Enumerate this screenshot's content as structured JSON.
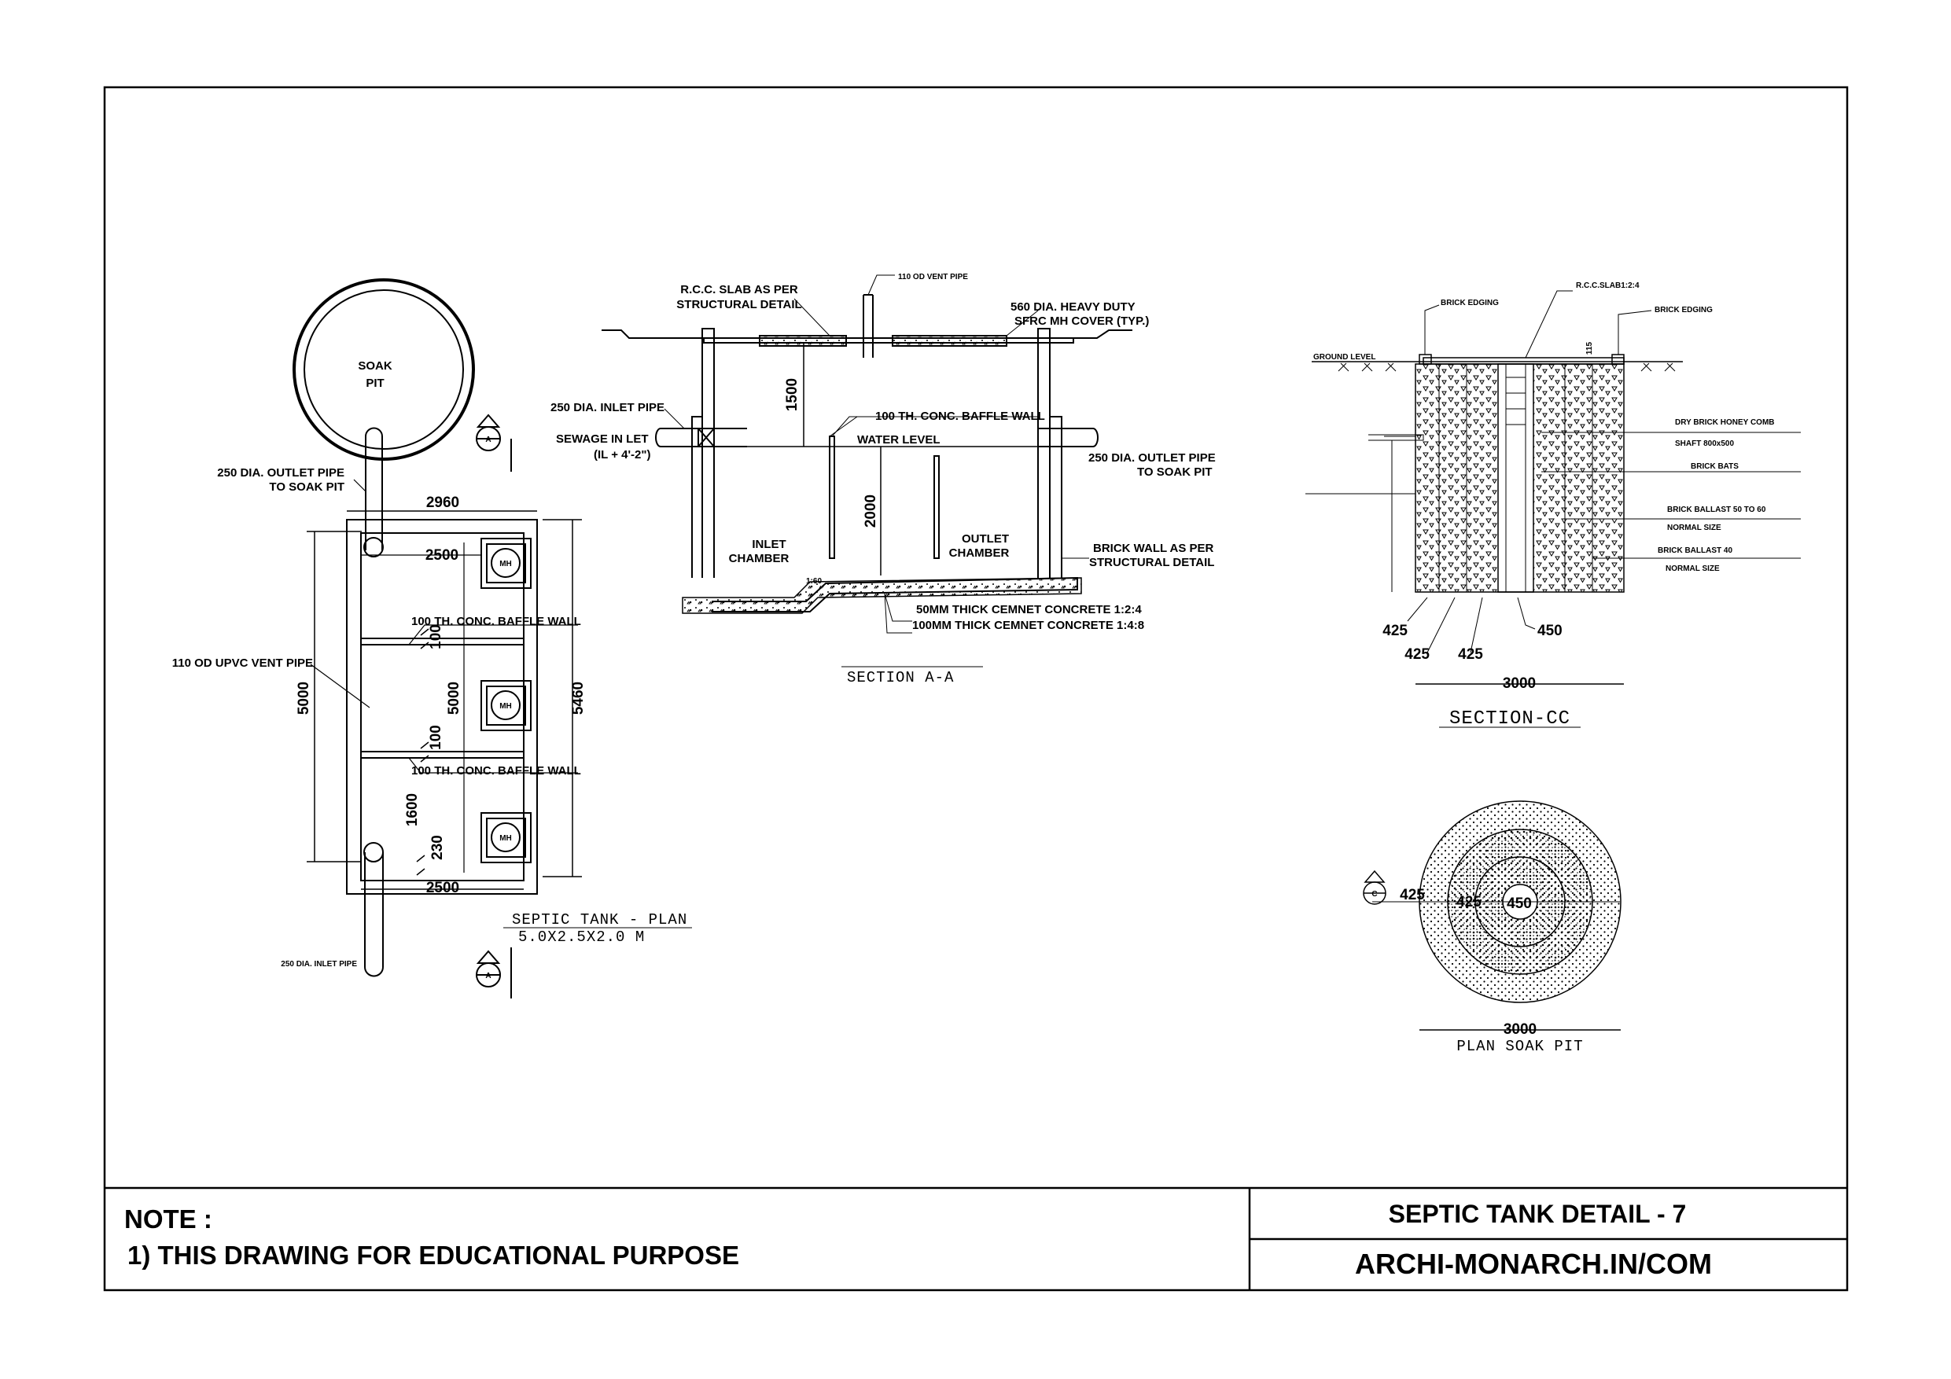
{
  "colors": {
    "ink": "#000000",
    "paper": "#ffffff"
  },
  "plan": {
    "soak_pit": [
      "SOAK",
      "PIT"
    ],
    "outlet_pipe": [
      "250 DIA. OUTLET PIPE",
      "TO SOAK PIT"
    ],
    "dim_2960": "2960",
    "dim_2500_top": "2500",
    "dim_2500_bottom": "2500",
    "mh": "MH",
    "baffle_1": "100 TH. CONC. BAFFLE WALL",
    "baffle_2": "100 TH. CONC. BAFFLE WALL",
    "vent_pipe": "110 OD UPVC VENT PIPE",
    "dim_5000_left": "5000",
    "dim_5000_inner": "5000",
    "dim_5460": "5460",
    "dim_100_a": "100",
    "dim_100_b": "100",
    "dim_1600": "1600",
    "dim_230": "230",
    "inlet_pipe": "250 DIA. INLET PIPE",
    "section_mark": "A",
    "title": "SEPTIC TANK - PLAN",
    "subtitle": "5.0X2.5X2.0 M"
  },
  "section_aa": {
    "vent_pipe": "110 OD VENT PIPE",
    "slab": [
      "R.C.C. SLAB AS PER",
      "STRUCTURAL DETAIL"
    ],
    "mh_cover": [
      "560 DIA. HEAVY DUTY",
      "SFRC MH COVER (TYP.)"
    ],
    "inlet_pipe": "250 DIA. INLET PIPE",
    "dim_1500": "1500",
    "baffle": "100 TH. CONC. BAFFLE WALL",
    "sewage_inlet": [
      "SEWAGE IN LET",
      "(IL + 4'-2\")"
    ],
    "water_level": "WATER LEVEL",
    "outlet_pipe": [
      "250 DIA. OUTLET PIPE",
      "TO SOAK PIT"
    ],
    "dim_2000": "2000",
    "inlet_chamber": [
      "INLET",
      "CHAMBER"
    ],
    "outlet_chamber": [
      "OUTLET",
      "CHAMBER"
    ],
    "brick_wall": [
      "BRICK WALL AS PER",
      "STRUCTURAL DETAIL"
    ],
    "slope": "1:60",
    "concrete_1": "50MM THICK CEMNET CONCRETE 1:2:4",
    "concrete_2": "100MM THICK CEMNET CONCRETE 1:4:8",
    "title": "SECTION A-A"
  },
  "section_cc": {
    "brick_edging_left": "BRICK EDGING",
    "rcc_slab": "R.C.C.SLAB1:2:4",
    "brick_edging_right": "BRICK EDGING",
    "ground_level": "GROUND LEVEL",
    "dry_brick": "DRY BRICK HONEY COMB",
    "shaft": "SHAFT 800x500",
    "brick_bats": "BRICK BATS",
    "ballast_1": "BRICK BALLAST 50 TO 60",
    "normal_1": "NORMAL SIZE",
    "ballast_2": "BRICK BALLAST 40",
    "normal_2": "NORMAL SIZE",
    "dim_115": "115",
    "dim_425_a": "425",
    "dim_425_b": "425",
    "dim_425_c": "425",
    "dim_450": "450",
    "dim_3000": "3000",
    "title": "SECTION-CC"
  },
  "soak_plan": {
    "section_mark": "C",
    "dim_425_a": "425",
    "dim_425_b": "425",
    "dim_450": "450",
    "dim_3000": "3000",
    "title": "PLAN SOAK PIT"
  },
  "title_block": {
    "note_heading": "NOTE :",
    "note_1": "1) THIS DRAWING FOR EDUCATIONAL PURPOSE",
    "drawing_title": "SEPTIC TANK DETAIL - 7",
    "website": "ARCHI-MONARCH.IN/COM"
  }
}
